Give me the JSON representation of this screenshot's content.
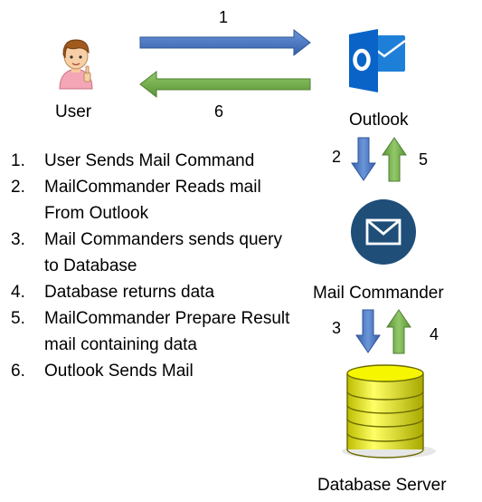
{
  "nodes": {
    "user": "User",
    "outlook": "Outlook",
    "mail_commander": "Mail Commander",
    "database_server": "Database Server"
  },
  "arrows": {
    "user_to_outlook": "1",
    "outlook_to_user": "6",
    "outlook_to_commander": "2",
    "commander_to_outlook": "5",
    "commander_to_db": "3",
    "db_to_commander": "4"
  },
  "steps": [
    {
      "n": "1.",
      "text": "User Sends Mail Command"
    },
    {
      "n": "2.",
      "text": "MailCommander Reads mail From Outlook"
    },
    {
      "n": "3.",
      "text": "Mail Commanders sends query to Database"
    },
    {
      "n": "4.",
      "text": "Database returns data"
    },
    {
      "n": "5.",
      "text": "MailCommander Prepare Result mail containing data"
    },
    {
      "n": "6.",
      "text": "Outlook Sends Mail"
    }
  ],
  "colors": {
    "blue_arrow": "#4472c4",
    "green_arrow": "#70ad47",
    "outlook_blue": "#0a64c8",
    "commander_circle": "#1f4e79",
    "database_yellow": "#f2f200"
  },
  "icons": {
    "user": "user-avatar-icon",
    "outlook": "outlook-logo-icon",
    "mail_commander": "envelope-circle-icon",
    "database": "database-cylinder-icon"
  }
}
